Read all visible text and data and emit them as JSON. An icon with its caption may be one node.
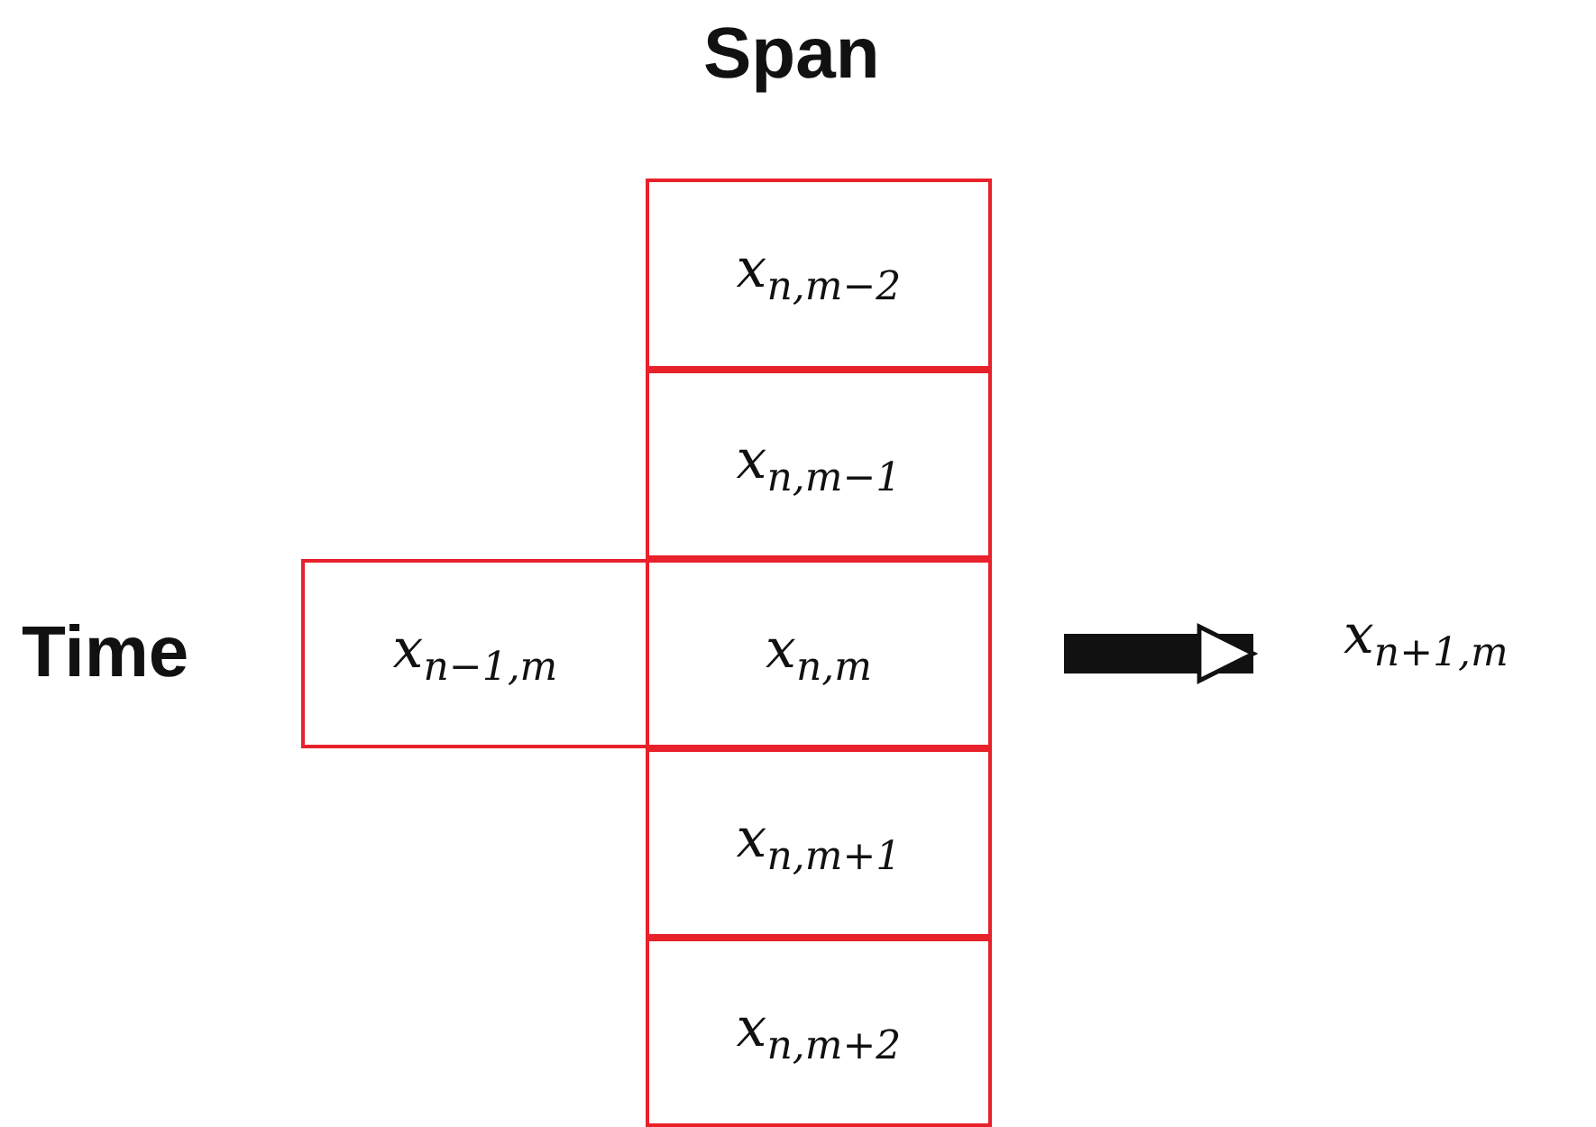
{
  "diagram": {
    "nodes": [
      {
        "text": [
          "x$_{n,m−2}$"
        ]
      },
      {
        "text": [
          "x$_{n,m−1}$"
        ]
      },
      {
        "text": [
          "x$_{n−1,m}$"
        ]
      },
      {
        "text": [
          "x$_{n,m}$"
        ]
      },
      {
        "text": [
          "x$_{n+1,m}$"
        ]
      },
      {
        "text": [
          "x$_{n,m+1}$"
        ]
      },
      {
        "text": [
          "x$_{n,m+2}$"
        ]
      }
    ],
    "edges": [
      {
        "from": 3,
        "to": 4,
        "arrow": "to"
      }
    ],
    "labels": [
      "Span",
      "Time"
    ]
  }
}
